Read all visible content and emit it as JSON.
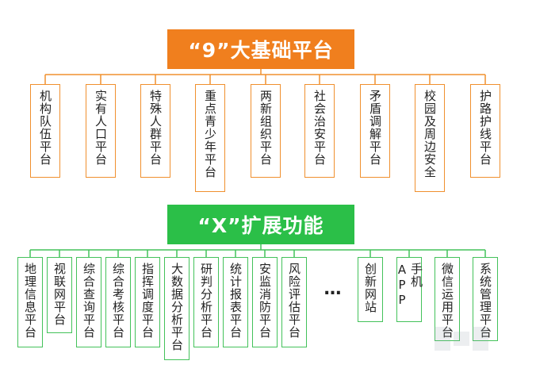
{
  "top": {
    "title": "“9”大基础平台",
    "color": "#f07f1e",
    "items": [
      {
        "label": "机构队伍平台"
      },
      {
        "label": "实有人口平台"
      },
      {
        "label": "特殊人群平台"
      },
      {
        "label": "重点青少年平台"
      },
      {
        "label": "两新组织平台"
      },
      {
        "label": "社会治安平台"
      },
      {
        "label": "矛盾调解平台"
      },
      {
        "label": "校园及周边安全"
      },
      {
        "label": "护路护线平台"
      }
    ]
  },
  "bottom": {
    "title": "“X”扩展功能",
    "color": "#2bbf48",
    "items": [
      {
        "label": "地理信息平台"
      },
      {
        "label": "视联网平台"
      },
      {
        "label": "综合查询平台"
      },
      {
        "label": "综合考核平台"
      },
      {
        "label": "指挥调度平台"
      },
      {
        "label": "大数据分析平台"
      },
      {
        "label": "研判分析平台"
      },
      {
        "label": "统计报表平台"
      },
      {
        "label": "安监消防平台"
      },
      {
        "label": "风险评估平台"
      },
      {
        "label": "创新网站"
      },
      {
        "label": "手机APP"
      },
      {
        "label": "微信运用平台"
      },
      {
        "label": "系统管理平台"
      }
    ],
    "ellipsis": "…"
  }
}
